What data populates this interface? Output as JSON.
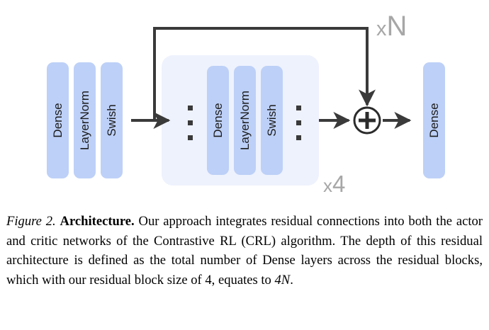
{
  "figure": {
    "diagram": {
      "input_stack": {
        "name": "input-stack",
        "boxes": [
          {
            "label": "Dense"
          },
          {
            "label": "LayerNorm"
          },
          {
            "label": "Swish"
          }
        ]
      },
      "residual_block": {
        "name": "residual-block",
        "leading_ellipsis": "vertical-ellipsis",
        "boxes": [
          {
            "label": "Dense"
          },
          {
            "label": "LayerNorm"
          },
          {
            "label": "Swish"
          }
        ],
        "trailing_ellipsis": "vertical-ellipsis",
        "multiplier": {
          "times": "x",
          "count": "4"
        }
      },
      "skip_connection": {
        "name": "skip-connection",
        "multiplier": {
          "times": "x",
          "count": "N"
        }
      },
      "add_node": {
        "symbol": "+"
      },
      "output_stack": {
        "name": "output-stack",
        "boxes": [
          {
            "label": "Dense"
          }
        ]
      },
      "colors": {
        "box_fill": "#bdd0f7",
        "block_panel_fill": "#eef2fd",
        "line": "#3a3a3a",
        "annotation_gray": "#a7a7a7",
        "background": "#ffffff"
      }
    }
  },
  "caption": {
    "figure_number": "Figure 2.",
    "title": "Architecture.",
    "body_1": " Our approach integrates residual connections into both the actor and critic networks of the Contrastive RL (CRL) algorithm. The depth of this residual architecture is defined as the total number of Dense layers across the residual blocks, which with our residual block size of 4, equates to ",
    "math": "4N",
    "body_2": "."
  }
}
